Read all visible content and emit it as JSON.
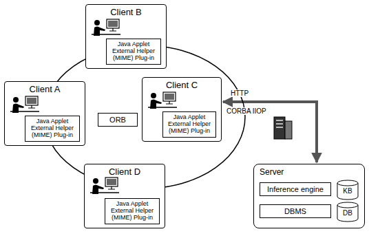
{
  "diagram": {
    "nodes": [
      {
        "text": [
          "Client B"
        ]
      },
      {
        "text": [
          "Java Applet External Helper (MIME) Plug-in"
        ],
        "in": 0
      },
      {
        "text": [
          "Client A"
        ]
      },
      {
        "text": [
          "Java Applet External Helper (MIME) Plug-in"
        ],
        "in": 2
      },
      {
        "text": [
          "CORBA"
        ]
      },
      {
        "text": [
          "ORB"
        ],
        "in": 4
      },
      {
        "text": [
          "Client C"
        ]
      },
      {
        "text": [
          "Java Applet External Helper (MIME) Plug-in"
        ],
        "in": 6
      },
      {
        "text": [
          "Client D"
        ]
      },
      {
        "text": [
          "Java Applet External Helper (MIME) Plug-in"
        ],
        "in": 8
      },
      {
        "text": [
          "Server"
        ]
      },
      {
        "text": [
          "Inference engine"
        ],
        "in": 10
      },
      {
        "text": [
          "KB"
        ],
        "in": 10
      },
      {
        "text": [
          "DBMS"
        ],
        "in": 10
      },
      {
        "text": [
          "DB"
        ],
        "in": 10
      }
    ],
    "edges": [
      {
        "from": 6,
        "to": 10,
        "arrow": "both",
        "label": "HTTP"
      }
    ],
    "labels": [
      "CORBA IIOP"
    ]
  }
}
